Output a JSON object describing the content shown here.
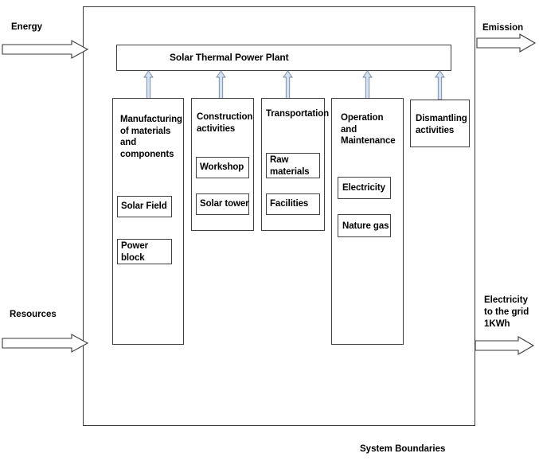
{
  "diagram": {
    "title": "Solar Thermal Power Plant life-cycle system boundary diagram",
    "system_boundary_label": "System Boundaries",
    "plant_box_label": "Solar Thermal Power Plant",
    "colors": {
      "arrow_fill": "#d6e2f0",
      "arrow_stroke": "#6f86a8",
      "box_stroke": "#404040",
      "boundary_stroke": "#3a3a3a",
      "text": "#000000",
      "background": "#ffffff"
    }
  },
  "inputs": [
    {
      "id": "energy",
      "label": "Energy",
      "icon": "arrow-right-icon"
    },
    {
      "id": "resources",
      "label": "Resources",
      "icon": "arrow-right-icon"
    }
  ],
  "outputs": [
    {
      "id": "emission",
      "label": "Emission",
      "icon": "arrow-right-icon"
    },
    {
      "id": "electricity_grid",
      "label": "Electricity\nto the grid\n1KWh",
      "icon": "arrow-right-icon"
    }
  ],
  "stages": [
    {
      "id": "manufacturing",
      "label": "Manufacturing\nof materials\nand\ncomponents",
      "connector": "up-arrow-icon",
      "items": [
        {
          "id": "solar_field",
          "label": "Solar Field"
        },
        {
          "id": "power_block",
          "label": "Power\nblock"
        }
      ]
    },
    {
      "id": "construction",
      "label": "Construction\nactivities",
      "connector": "up-arrow-icon",
      "items": [
        {
          "id": "workshop",
          "label": "Workshop"
        },
        {
          "id": "solar_tower",
          "label": "Solar tower"
        }
      ]
    },
    {
      "id": "transportation",
      "label": "Transportation",
      "connector": "up-arrow-icon",
      "items": [
        {
          "id": "raw_materials",
          "label": "Raw\nmaterials"
        },
        {
          "id": "facilities",
          "label": "Facilities"
        }
      ]
    },
    {
      "id": "operation_maintenance",
      "label": "Operation\nand\nMaintenance",
      "connector": "up-arrow-icon",
      "items": [
        {
          "id": "electricity",
          "label": "Electricity"
        },
        {
          "id": "nature_gas",
          "label": "Nature gas"
        }
      ]
    },
    {
      "id": "dismantling",
      "label": "Dismantling\nactivities",
      "connector": "up-arrow-icon",
      "items": []
    }
  ]
}
